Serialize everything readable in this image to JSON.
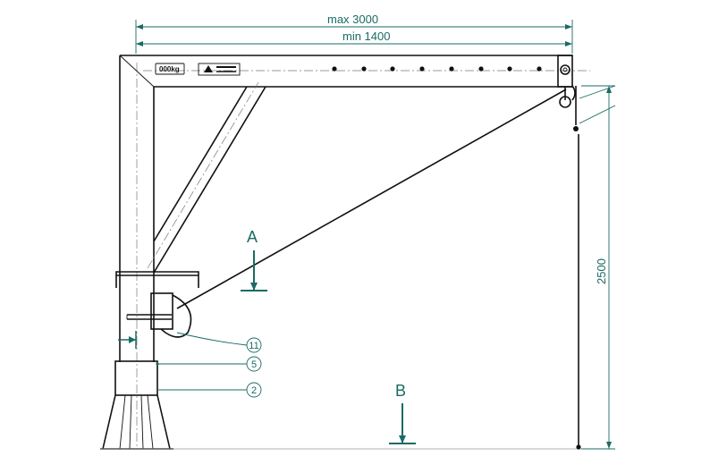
{
  "dimensions": {
    "length_max": "max 3000",
    "length_min": "min 1400",
    "height": "2500"
  },
  "section_labels": {
    "a": "A",
    "b": "B"
  },
  "reference_numbers": [
    "11",
    "5",
    "2"
  ],
  "plates": {
    "load_plate": "000kg"
  },
  "colors": {
    "outline": "#111111",
    "dimension": "#1a6b63",
    "centerline": "#777777"
  }
}
